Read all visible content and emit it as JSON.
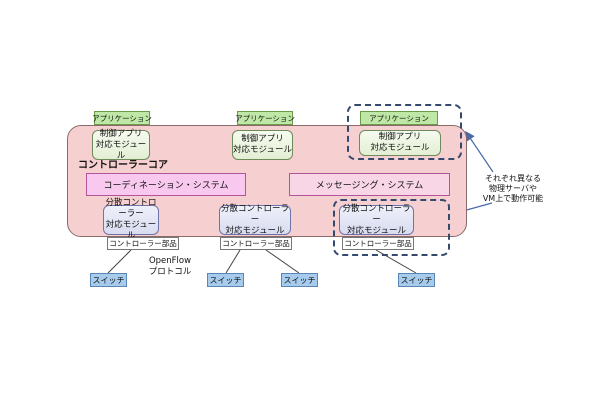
{
  "core": {
    "label": "コントローラーコア"
  },
  "apps": [
    {
      "label": "アプリケーション"
    },
    {
      "label": "アプリケーション"
    },
    {
      "label": "アプリケーション"
    }
  ],
  "control_modules": [
    {
      "line1": "制御アプリ",
      "line2": "対応モジュール"
    },
    {
      "line1": "制御アプリ",
      "line2": "対応モジュール"
    },
    {
      "line1": "制御アプリ",
      "line2": "対応モジュール"
    }
  ],
  "systems": {
    "coordination": "コーディネーション・システム",
    "messaging": "メッセージング・システム"
  },
  "distributed": [
    {
      "line1": "分散コントローラー",
      "line2": "対応モジュール"
    },
    {
      "line1": "分散コントローラー",
      "line2": "対応モジュール"
    },
    {
      "line1": "分散コントローラー",
      "line2": "対応モジュール"
    }
  ],
  "parts": [
    {
      "label": "コントローラー部品"
    },
    {
      "label": "コントローラー部品"
    },
    {
      "label": "コントローラー部品"
    }
  ],
  "switches": [
    {
      "label": "スイッチ"
    },
    {
      "label": "スイッチ"
    },
    {
      "label": "スイッチ"
    },
    {
      "label": "スイッチ"
    }
  ],
  "protocol": {
    "line1": "OpenFlow",
    "line2": "プロトコル"
  },
  "note": {
    "line1": "それぞれ異なる",
    "line2": "物理サーバや",
    "line3": "VM上で動作可能"
  },
  "colors": {
    "core_fill": "#f6cfd0",
    "app_fill": "#bfe7a6",
    "switch_fill": "#a6cbec",
    "coordination_fill": "#f8c8ee",
    "dashed_border": "#34496e",
    "arrow": "#4a6aa8"
  }
}
